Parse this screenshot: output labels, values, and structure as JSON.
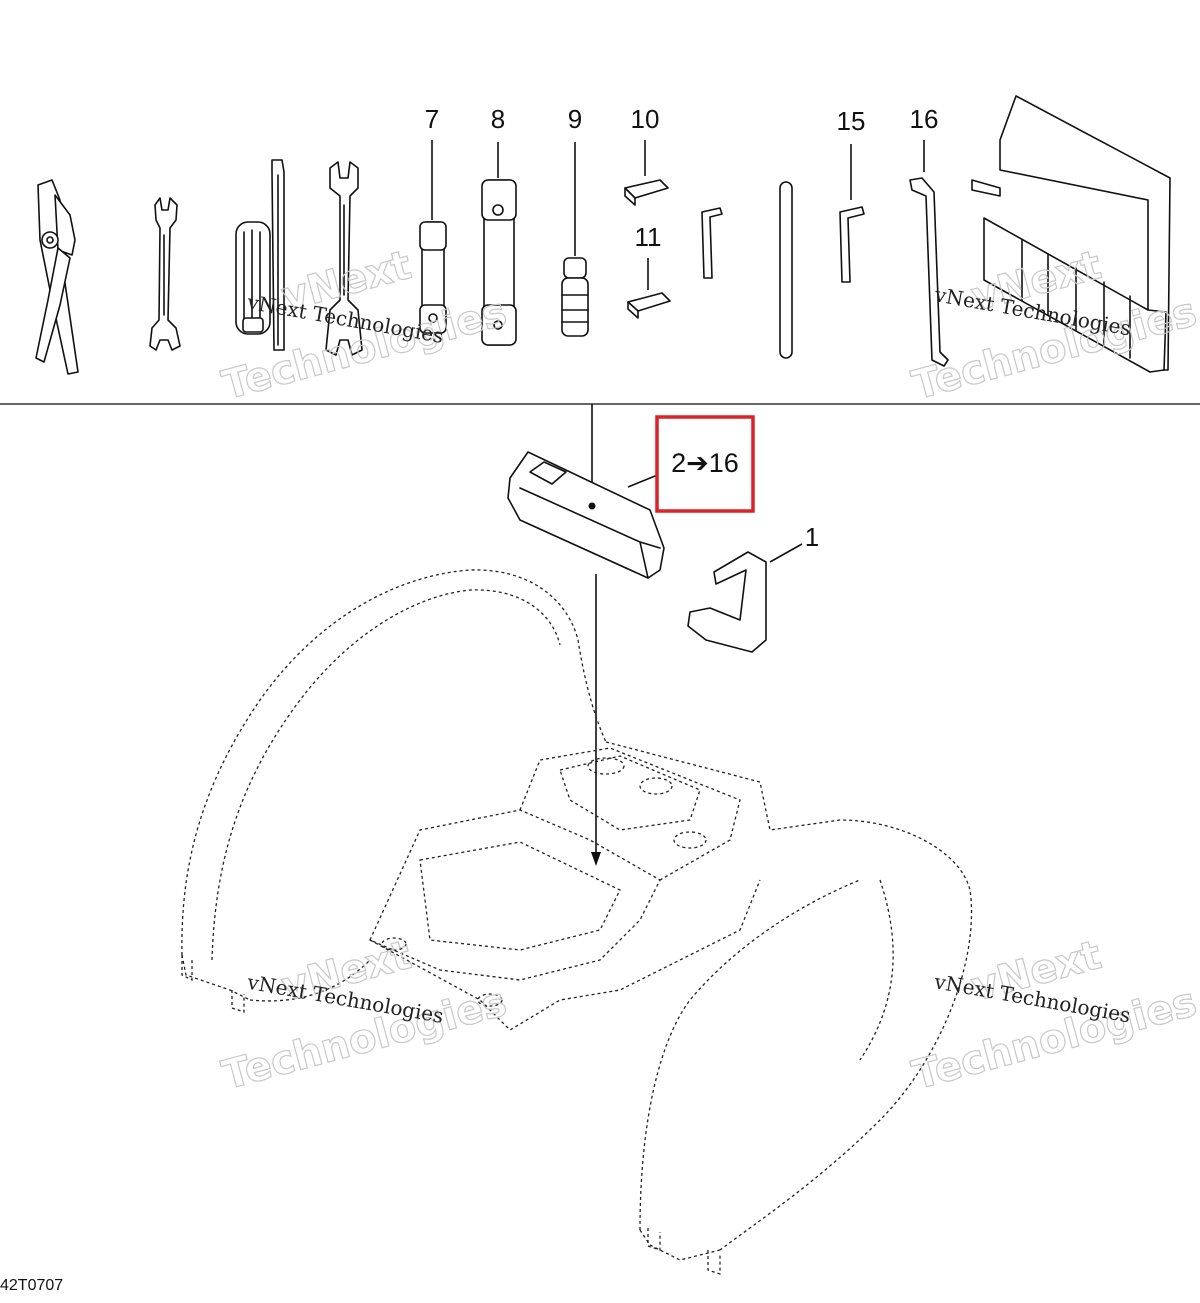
{
  "callouts": {
    "c1": "1",
    "c7": "7",
    "c8": "8",
    "c9": "9",
    "c10": "10",
    "c11": "11",
    "c15": "15",
    "c16": "16"
  },
  "range_box": {
    "label": "2➔16",
    "border_color": "#d9222a"
  },
  "watermark": {
    "line1": "vNext",
    "line2": "Technologies",
    "small": "vNext Technologies"
  },
  "figure_code": "42T0707"
}
